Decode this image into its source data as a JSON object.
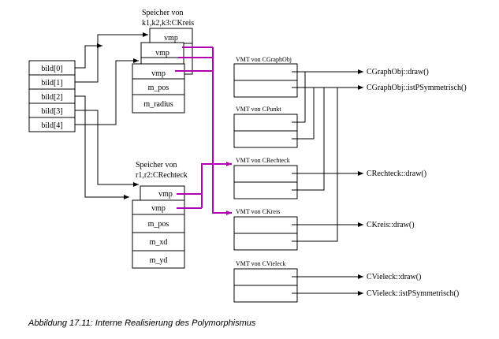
{
  "array": {
    "cells": [
      "bild[0]",
      "bild[1]",
      "bild[2]",
      "bild[3]",
      "bild[4]"
    ]
  },
  "kreis_memory": {
    "title_line1": "Speicher von",
    "title_line2": "k1,k2,k3:CKreis",
    "fields": [
      "vmp",
      "vmp",
      "vmp",
      "m_pos",
      "m_radius"
    ]
  },
  "rechteck_memory": {
    "title_line1": "Speicher von",
    "title_line2": "r1,r2:CRechteck",
    "fields": [
      "vmp",
      "vmp",
      "m_pos",
      "m_xd",
      "m_yd"
    ]
  },
  "vmts": [
    {
      "title": "VMT von CGraphObj"
    },
    {
      "title": "VMT von CPunkt"
    },
    {
      "title": "VMT von CRechteck"
    },
    {
      "title": "VMT von CKreis"
    },
    {
      "title": "VMT von CVieleck"
    }
  ],
  "methods": [
    "CGraphObj::draw()",
    "CGraphObj::istPSymmetrisch()",
    "CRechteck::draw()",
    "CKreis::draw()",
    "CVieleck::draw()",
    "CVieleck::istPSymmetrisch()"
  ],
  "caption": "Abbildung 17.11: Interne Realisierung des Polymorphismus",
  "colors": {
    "vtable_pointer": "#b000b0",
    "line": "#000000"
  }
}
